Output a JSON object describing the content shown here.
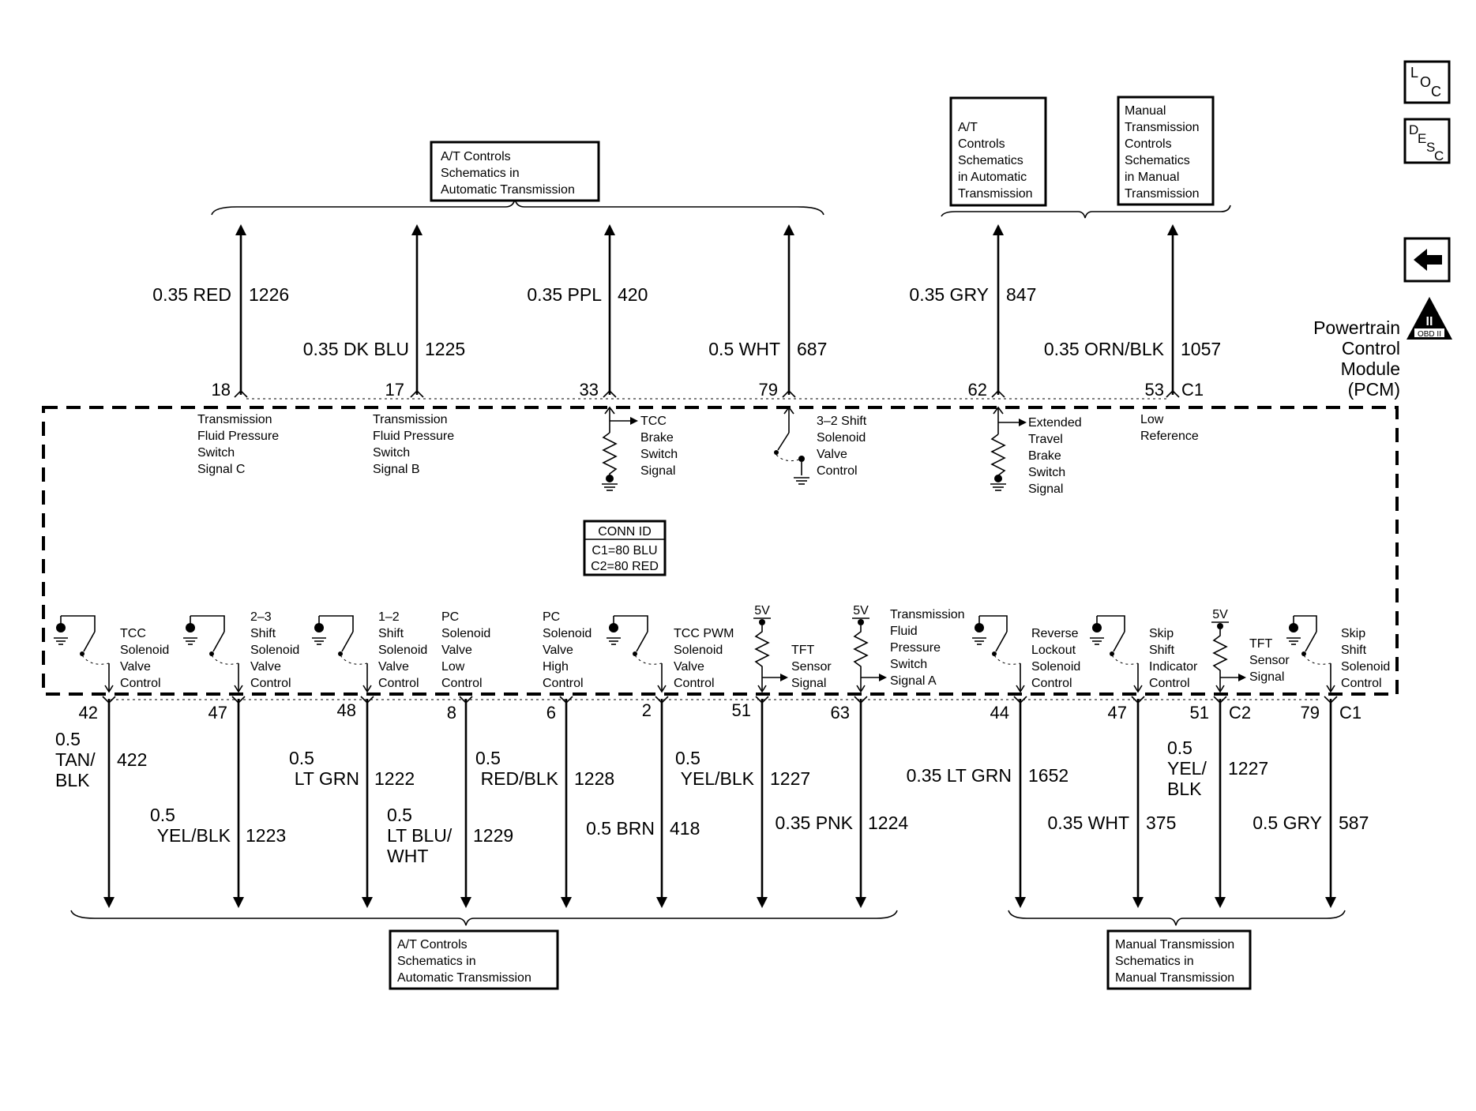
{
  "module": {
    "name_lines": [
      "Powertrain",
      "Control",
      "Module",
      "(PCM)"
    ],
    "obd_top": "II",
    "obd_bottom": "OBD II"
  },
  "side_buttons": {
    "loc": [
      "L",
      "O",
      "C"
    ],
    "desc": [
      "D",
      "E",
      "S",
      "C"
    ],
    "back_arrow": "arrow-left-icon"
  },
  "conn_id": {
    "title": "CONN ID",
    "lines": [
      "C1=80 BLU",
      "C2=80 RED"
    ]
  },
  "top_refs": {
    "at_left": [
      "A/T Controls",
      "Schematics in",
      "Automatic Transmission"
    ],
    "at_right": [
      "A/T",
      "Controls",
      "Schematics",
      "in Automatic",
      "Transmission"
    ],
    "manual": [
      "Manual",
      "Transmission",
      "Controls",
      "Schematics",
      "in Manual",
      "Transmission"
    ]
  },
  "bottom_refs": {
    "at": [
      "A/T Controls",
      "Schematics in",
      "Automatic Transmission"
    ],
    "manual": [
      "Manual Transmission",
      "Schematics in",
      "Manual Transmission"
    ]
  },
  "top_circuits": [
    {
      "pin": "18",
      "wire": [
        "0.35 RED"
      ],
      "circuit": "1226",
      "func": [
        "Transmission",
        "Fluid Pressure",
        "Switch",
        "Signal C"
      ]
    },
    {
      "pin": "17",
      "wire": [
        "0.35 DK BLU"
      ],
      "circuit": "1225",
      "func": [
        "Transmission",
        "Fluid Pressure",
        "Switch",
        "Signal B"
      ]
    },
    {
      "pin": "33",
      "wire": [
        "0.35 PPL"
      ],
      "circuit": "420",
      "func": [
        "TCC",
        "Brake",
        "Switch",
        "Signal"
      ]
    },
    {
      "pin": "79",
      "wire": [
        "0.5 WHT"
      ],
      "circuit": "687",
      "func": [
        "3–2 Shift",
        "Solenoid",
        "Valve",
        "Control"
      ]
    },
    {
      "pin": "62",
      "wire": [
        "0.35 GRY"
      ],
      "circuit": "847",
      "func": [
        "Extended",
        "Travel",
        "Brake",
        "Switch",
        "Signal"
      ]
    },
    {
      "pin": "53",
      "wire": [
        "0.35 ORN/BLK"
      ],
      "circuit": "1057",
      "func": [
        "Low",
        "Reference"
      ]
    }
  ],
  "top_connector": "C1",
  "bottom_circuits": [
    {
      "pin": "42",
      "wire": [
        "0.5",
        "TAN/",
        "BLK"
      ],
      "circuit": "422",
      "func": [
        "TCC",
        "Solenoid",
        "Valve",
        "Control"
      ]
    },
    {
      "pin": "47",
      "wire": [
        "0.5",
        "YEL/BLK"
      ],
      "circuit": "1223",
      "func": [
        "2–3",
        "Shift",
        "Solenoid",
        "Valve",
        "Control"
      ]
    },
    {
      "pin": "48",
      "wire": [
        "0.5",
        "LT GRN"
      ],
      "circuit": "1222",
      "func": [
        "1–2",
        "Shift",
        "Solenoid",
        "Valve",
        "Control"
      ]
    },
    {
      "pin": "8",
      "wire": [
        "0.5",
        "LT BLU/",
        "WHT"
      ],
      "circuit": "1229",
      "func": [
        "PC",
        "Solenoid",
        "Valve",
        "Low",
        "Control"
      ]
    },
    {
      "pin": "6",
      "wire": [
        "0.5",
        "RED/BLK"
      ],
      "circuit": "1228",
      "func": [
        "PC",
        "Solenoid",
        "Valve",
        "High",
        "Control"
      ]
    },
    {
      "pin": "2",
      "wire": [
        "0.5 BRN"
      ],
      "circuit": "418",
      "func": [
        "TCC PWM",
        "Solenoid",
        "Valve",
        "Control"
      ]
    },
    {
      "pin": "51",
      "wire": [
        "0.5",
        "YEL/BLK"
      ],
      "circuit": "1227",
      "func": [
        "TFT",
        "Sensor",
        "Signal"
      ],
      "ref": "5V"
    },
    {
      "pin": "63",
      "wire": [
        "0.35 PNK"
      ],
      "circuit": "1224",
      "func": [
        "Transmission",
        "Fluid",
        "Pressure",
        "Switch",
        "Signal A"
      ],
      "ref": "5V"
    },
    {
      "pin": "44",
      "wire": [
        "0.35 LT GRN"
      ],
      "circuit": "1652",
      "func": [
        "Reverse",
        "Lockout",
        "Solenoid",
        "Control"
      ]
    },
    {
      "pin": "47",
      "wire": [
        "0.35 WHT"
      ],
      "circuit": "375",
      "func": [
        "Skip",
        "Shift",
        "Indicator",
        "Control"
      ]
    },
    {
      "pin": "51",
      "wire": [
        "0.5",
        "YEL/",
        "BLK"
      ],
      "circuit": "1227",
      "func": [
        "TFT",
        "Sensor",
        "Signal"
      ],
      "ref": "5V",
      "conn": "C2"
    },
    {
      "pin": "79",
      "wire": [
        "0.5 GRY"
      ],
      "circuit": "587",
      "func": [
        "Skip",
        "Shift",
        "Solenoid",
        "Control"
      ],
      "conn": "C1"
    }
  ]
}
